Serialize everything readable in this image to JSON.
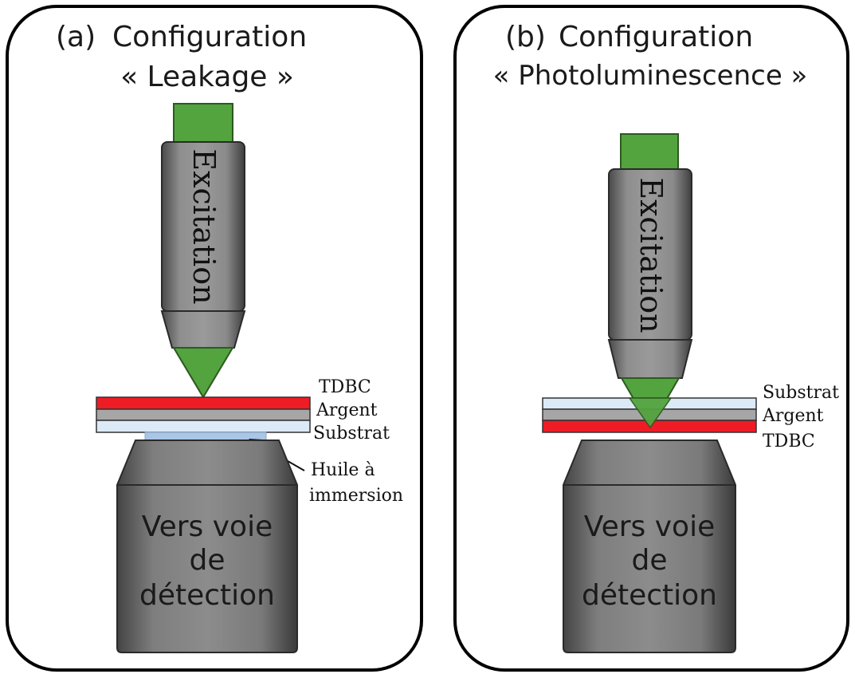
{
  "panels": [
    {
      "letter": "(a)",
      "title_line1": "Configuration",
      "title_line2": "« Leakage »",
      "excitation": "Excitation",
      "detection_line1": "Vers voie",
      "detection_line2": "de",
      "detection_line3": "détection",
      "layers": [
        "TDBC",
        "Argent",
        "Substrat"
      ],
      "oil_line1": "Huile à",
      "oil_line2": "immersion"
    },
    {
      "letter": "(b)",
      "title_line1": "Configuration",
      "title_line2": "« Photoluminescence »",
      "excitation": "Excitation",
      "detection_line1": "Vers voie",
      "detection_line2": "de",
      "detection_line3": "détection",
      "layers": [
        "Substrat",
        "Argent",
        "TDBC"
      ]
    }
  ],
  "colors": {
    "green": "#53a33e",
    "tdbc_red": "#ee1c25",
    "argent_gray": "#a6a6a6",
    "substrat_blue": "#dce9f6",
    "oil_blue": "#a9c6e6",
    "objective_gray": "#8c8c8c"
  }
}
